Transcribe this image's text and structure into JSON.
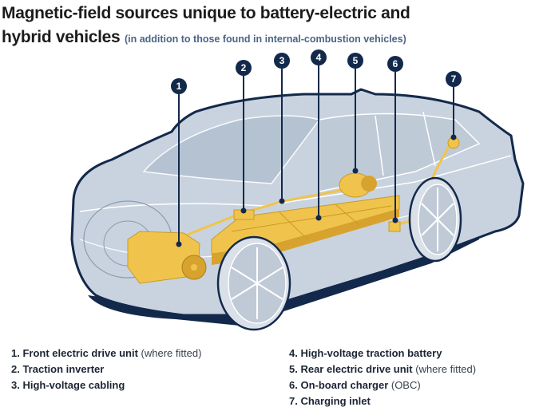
{
  "title": {
    "main": "Magnetic-field sources unique to battery-electric and hybrid vehicles",
    "main_line1": "Magnetic-field sources unique to battery-electric and",
    "main_line2": "hybrid vehicles",
    "subtitle": "(in addition to those found in internal-combustion vehicles)"
  },
  "colors": {
    "callout": "#13294b",
    "component_yellow": "#f0c44c",
    "car_body": "#c9d3df",
    "subtitle": "#4a6585"
  },
  "callouts": [
    {
      "number": "1",
      "component": "front-electric-drive-unit"
    },
    {
      "number": "2",
      "component": "traction-inverter"
    },
    {
      "number": "3",
      "component": "high-voltage-cabling"
    },
    {
      "number": "4",
      "component": "high-voltage-traction-battery"
    },
    {
      "number": "5",
      "component": "rear-electric-drive-unit"
    },
    {
      "number": "6",
      "component": "on-board-charger"
    },
    {
      "number": "7",
      "component": "charging-inlet"
    }
  ],
  "legend": {
    "left": [
      {
        "label": "1. Front electric drive unit",
        "note": " (where fitted)"
      },
      {
        "label": "2. Traction inverter",
        "note": ""
      },
      {
        "label": "3. High-voltage cabling",
        "note": ""
      }
    ],
    "right": [
      {
        "label": "4. High-voltage traction battery",
        "note": ""
      },
      {
        "label": "5. Rear electric drive unit",
        "note": " (where fitted)"
      },
      {
        "label": "6. On-board charger",
        "note": " (OBC)"
      },
      {
        "label": "7. Charging inlet",
        "note": ""
      }
    ]
  }
}
